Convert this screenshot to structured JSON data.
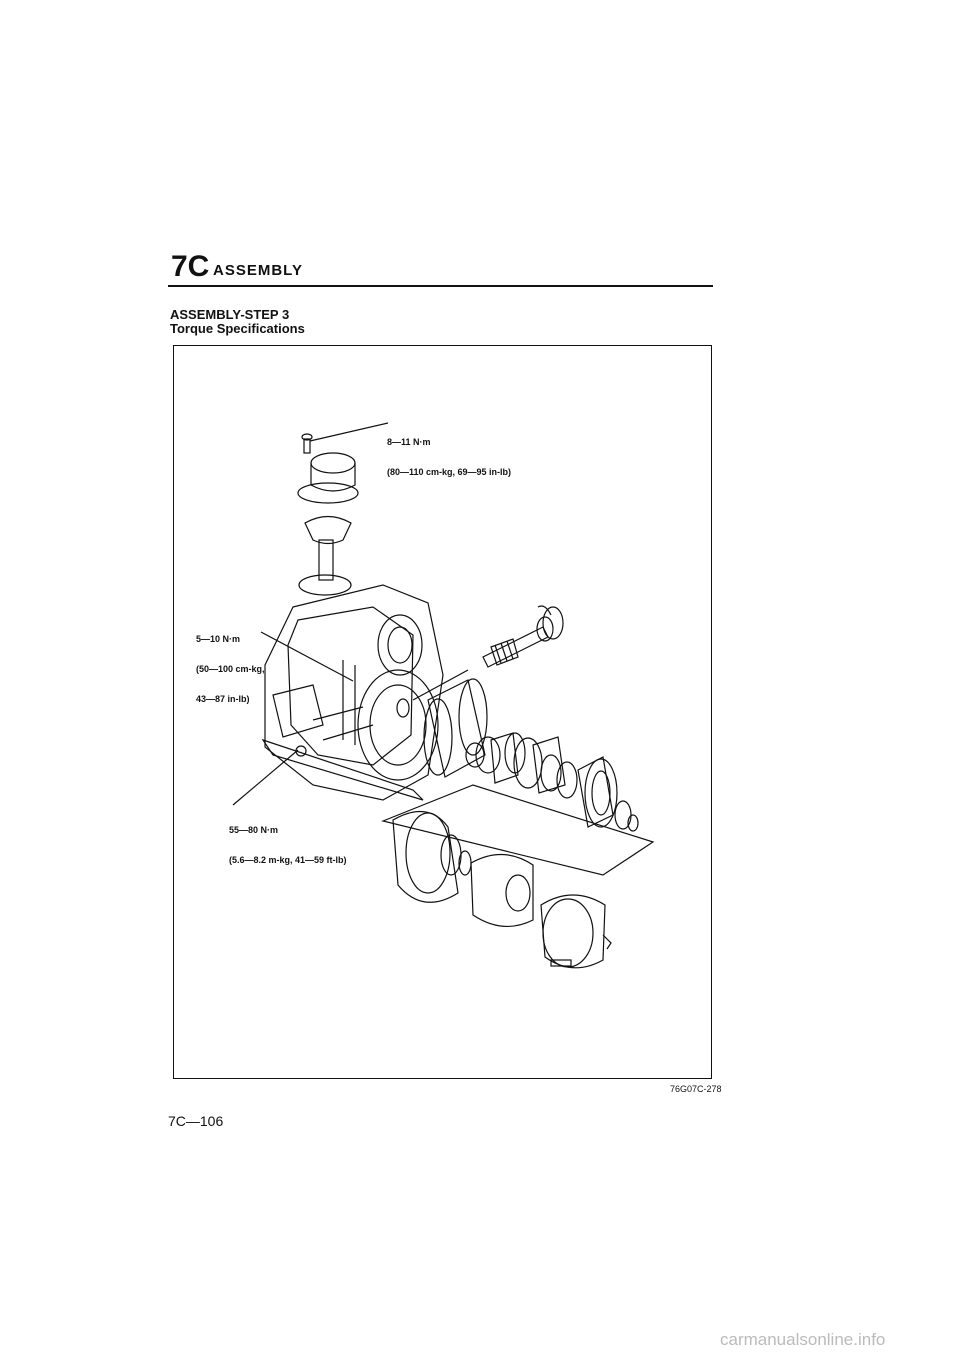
{
  "header": {
    "section_code": "7C",
    "section_title": "ASSEMBLY"
  },
  "step": {
    "title": "ASSEMBLY-STEP 3",
    "subtitle": "Torque Specifications"
  },
  "figure": {
    "callouts": [
      {
        "line1": "8—11 N·m",
        "line2": "(80—110 cm-kg, 69—95 in-lb)"
      },
      {
        "line1": "5—10 N·m",
        "line2": "(50—100 cm-kg,",
        "line3": "43—87 in-lb)"
      },
      {
        "line1": "55—80 N·m",
        "line2": "(5.6—8.2 m-kg, 41—59 ft-lb)"
      }
    ],
    "figure_code": "76G07C-278"
  },
  "footer": {
    "page_number": "7C—106"
  },
  "watermark": "carmanualsonline.info"
}
